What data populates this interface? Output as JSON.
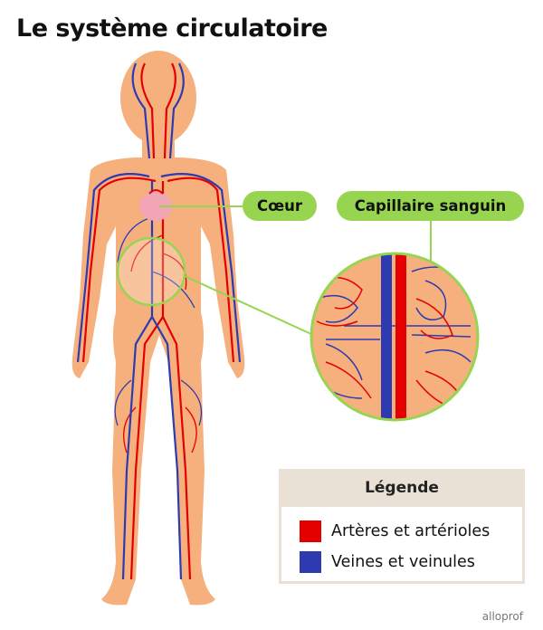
{
  "title": "Le système circulatoire",
  "labels": {
    "heart": "Cœur",
    "capillary": "Capillaire sanguin"
  },
  "legend": {
    "title": "Légende",
    "items": [
      {
        "label": "Artères et artérioles",
        "color": "#e50000"
      },
      {
        "label": "Veines et veinules",
        "color": "#2e3bb0"
      }
    ]
  },
  "colors": {
    "skin": "#f5b07e",
    "accent": "#97d551",
    "artery": "#e50000",
    "vein": "#2e3bb0"
  },
  "brand": "alloprof"
}
